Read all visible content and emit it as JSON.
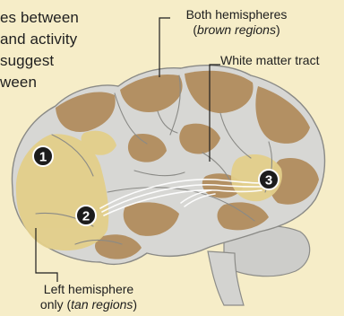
{
  "body_text": {
    "lines": [
      "es between",
      " and activity",
      " suggest",
      "ween"
    ]
  },
  "callouts": {
    "both_hemispheres": {
      "line1": "Both hemispheres",
      "line2_paren_open": "(",
      "line2_italic": "brown regions",
      "line2_paren_close": ")"
    },
    "white_matter": {
      "label": "White matter tract"
    },
    "left_hemisphere": {
      "line1": "Left hemisphere",
      "line2_prefix": "only (",
      "line2_italic": "tan regions",
      "line2_suffix": ")"
    }
  },
  "markers": [
    {
      "label": "1"
    },
    {
      "label": "2"
    },
    {
      "label": "3"
    }
  ],
  "colors": {
    "background": "#f6edc8",
    "brown_region": "#b08a5a",
    "tan_region": "#e3cf8a",
    "brain_gray": "#d9d9d6",
    "marker_fill": "#1c1c1c"
  }
}
